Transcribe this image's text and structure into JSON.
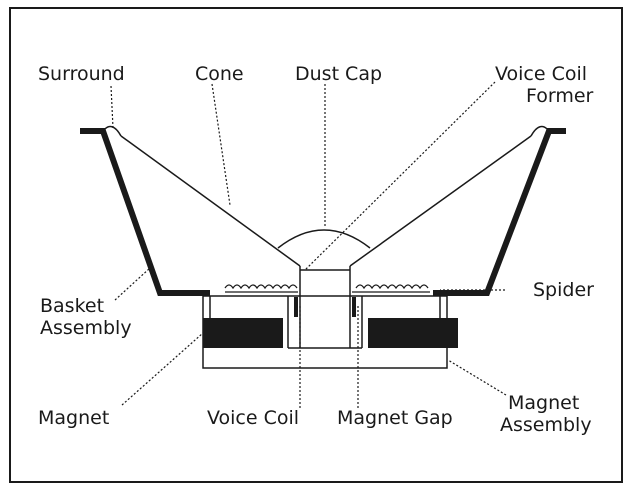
{
  "diagram": {
    "labels": {
      "surround": "Surround",
      "cone": "Cone",
      "dust_cap": "Dust Cap",
      "voice_coil_former_1": "Voice Coil",
      "voice_coil_former_2": "Former",
      "basket_assembly_1": "Basket",
      "basket_assembly_2": "Assembly",
      "spider": "Spider",
      "magnet": "Magnet",
      "voice_coil": "Voice Coil",
      "magnet_gap": "Magnet Gap",
      "magnet_assembly_1": "Magnet",
      "magnet_assembly_2": "Assembly"
    },
    "colors": {
      "line": "#1a1a1a",
      "fill_dark": "#1a1a1a",
      "background": "#ffffff"
    }
  }
}
